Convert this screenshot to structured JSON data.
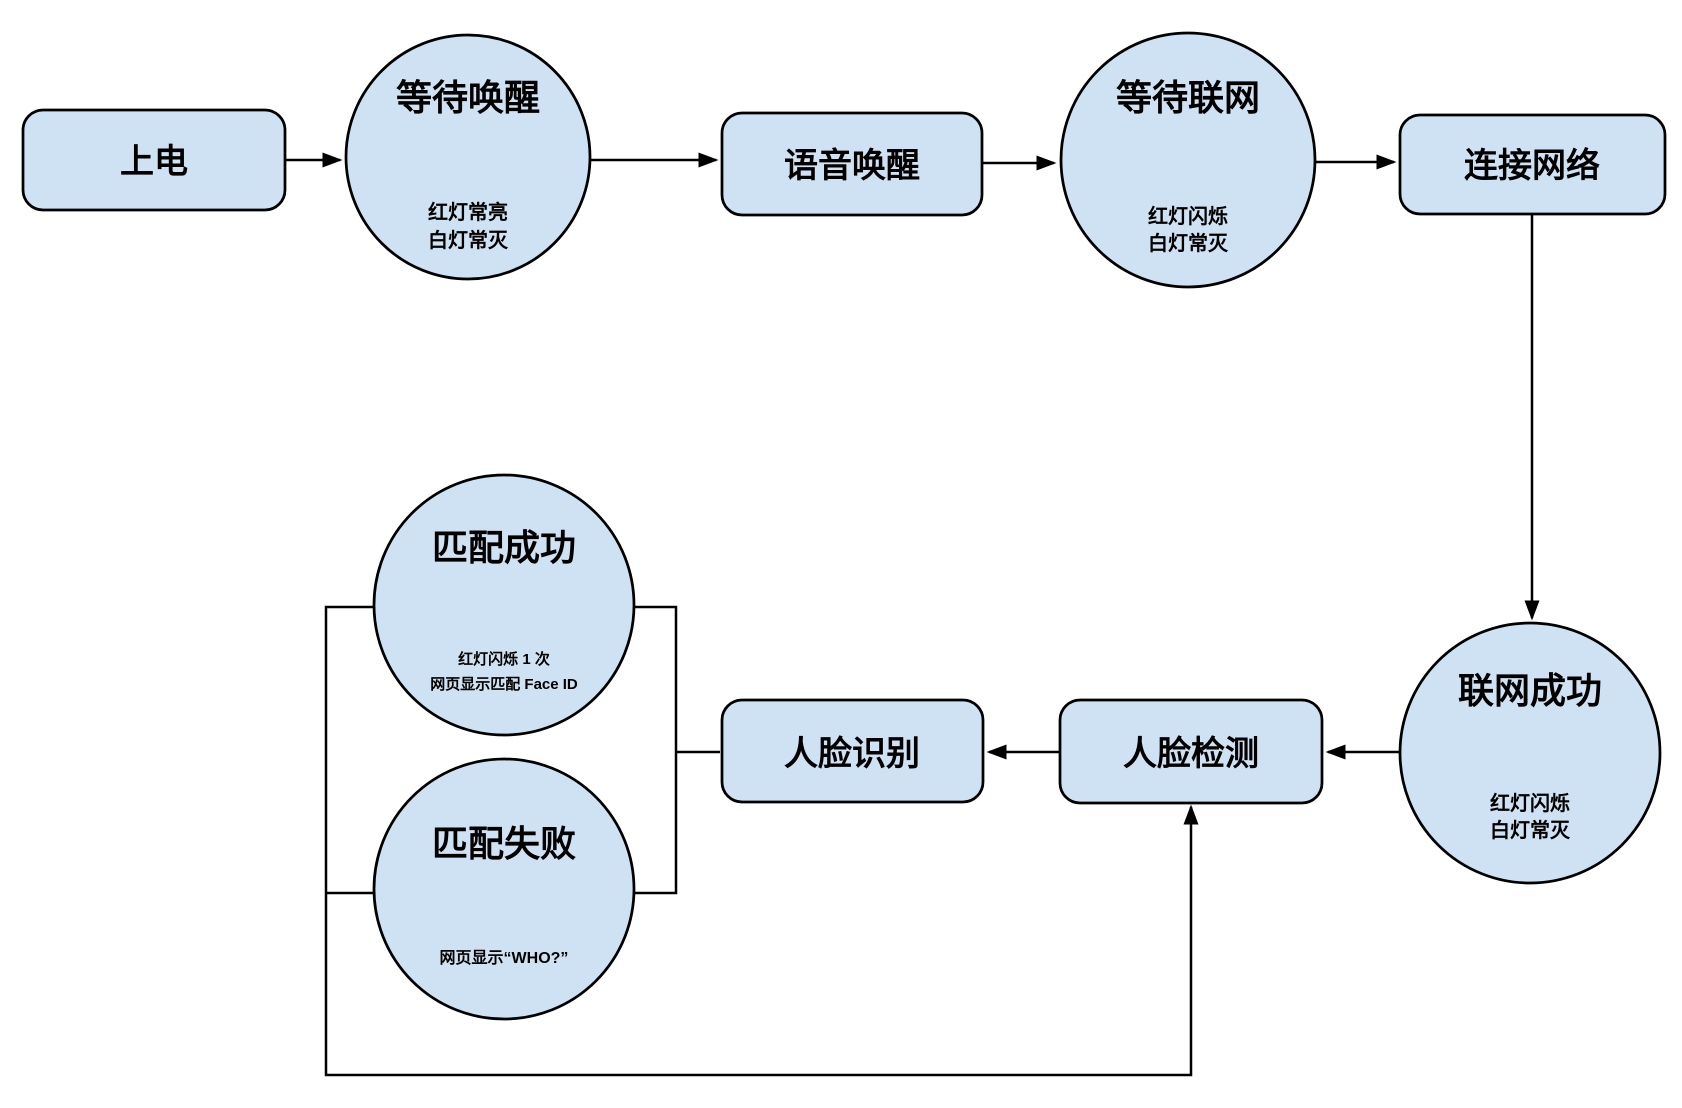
{
  "diagram": {
    "background": "#ffffff",
    "node_fill": "#cfe2f3",
    "node_stroke": "#000000",
    "arrow_color": "#000000",
    "nodes": {
      "power_on": {
        "label": "上电"
      },
      "wait_wake": {
        "label": "等待唤醒",
        "note_line1": "红灯常亮",
        "note_line2": "白灯常灭"
      },
      "voice_wake": {
        "label": "语音唤醒"
      },
      "wait_network": {
        "label": "等待联网",
        "note_line1": "红灯闪烁",
        "note_line2": "白灯常灭"
      },
      "connect_network": {
        "label": "连接网络"
      },
      "network_success": {
        "label": "联网成功",
        "note_line1": "红灯闪烁",
        "note_line2": "白灯常灭"
      },
      "face_detect": {
        "label": "人脸检测"
      },
      "face_recognize": {
        "label": "人脸识别"
      },
      "match_success": {
        "label": "匹配成功",
        "note_line1": "红灯闪烁 1 次",
        "note_line2": "网页显示匹配 Face ID"
      },
      "match_fail": {
        "label": "匹配失败",
        "note_line1": "网页显示“WHO?”"
      }
    },
    "edges": [
      {
        "from": "power_on",
        "to": "wait_wake"
      },
      {
        "from": "wait_wake",
        "to": "voice_wake"
      },
      {
        "from": "voice_wake",
        "to": "wait_network"
      },
      {
        "from": "wait_network",
        "to": "connect_network"
      },
      {
        "from": "connect_network",
        "to": "network_success"
      },
      {
        "from": "network_success",
        "to": "face_detect"
      },
      {
        "from": "face_detect",
        "to": "face_recognize"
      },
      {
        "from": "face_recognize",
        "to": "match_success"
      },
      {
        "from": "face_recognize",
        "to": "match_fail"
      },
      {
        "from": "match_success",
        "to": "face_detect"
      },
      {
        "from": "match_fail",
        "to": "face_detect"
      }
    ]
  }
}
